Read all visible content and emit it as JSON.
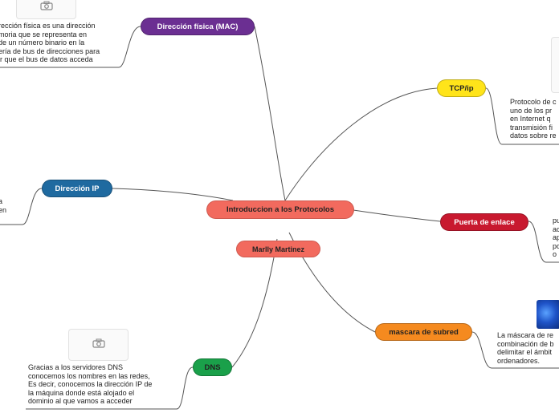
{
  "central": {
    "title": "Introduccion a los Protocolos",
    "author": "Marlly Martinez"
  },
  "branches": {
    "mac": {
      "label": "Dirección física (MAC)",
      "color": "#6b2f92",
      "note": "rección física es una dirección\nmoria que se representa en\nde un número binario en la\nería de bus de direcciones para\nir que el bus de datos acceda"
    },
    "ip": {
      "label": "Dirección IP",
      "color": "#1f6aa0",
      "note": "a\n en"
    },
    "dns": {
      "label": "DNS",
      "color": "#1aa04a",
      "note": "Gracias a los servidores DNS\nconocemos los nombres en las redes,\nEs decir, conocemos la dirección IP de\nla máquina donde está alojado el\ndominio al que vamos a acceder"
    },
    "tcpip": {
      "label": "TCP/ip",
      "color": "#ffe41a",
      "note": "Protocolo de c\nuno de los pr\nen Internet q\ntransmisión fi\ndatos sobre re"
    },
    "gateway": {
      "label": "Puerta de enlace",
      "color": "#c8192f",
      "note": "pu\nac\nap\npo\no"
    },
    "subnet": {
      "label": "mascara de subred",
      "color": "#f58a1f",
      "note": "La máscara de re\ncombinación de b\ndelimitar el ámbit\nordenadores."
    }
  },
  "icons": {
    "mac": "camera-icon",
    "dns": "camera-icon",
    "subnet": "image-thumbnail"
  }
}
